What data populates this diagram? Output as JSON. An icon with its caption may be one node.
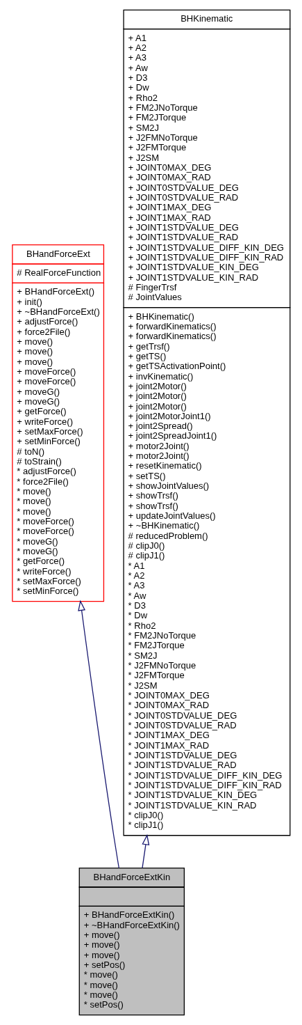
{
  "diagram": {
    "nodes": [
      {
        "text": [
          "BHandForceExt",
          "# RealForceFunction",
          "+ BHandForceExt()",
          "+ init()",
          "+ ~BHandForceExt()",
          "+ adjustForce()",
          "+ force2File()",
          "+ move()",
          "+ move()",
          "+ move()",
          "+ moveForce()",
          "+ moveForce()",
          "+ moveG()",
          "+ moveG()",
          "+ getForce()",
          "+ writeForce()",
          "+ setMaxForce()",
          "+ setMinForce()",
          "# toN()",
          "# toStrain()",
          "* adjustForce()",
          "* force2File()",
          "* move()",
          "* move()",
          "* move()",
          "* moveForce()",
          "* moveForce()",
          "* moveG()",
          "* moveG()",
          "* getForce()",
          "* writeForce()",
          "* setMaxForce()",
          "* setMinForce()"
        ]
      },
      {
        "text": [
          "BHKinematic",
          "+ A1",
          "+ A2",
          "+ A3",
          "+ Aw",
          "+ D3",
          "+ Dw",
          "+ Rho2",
          "+ FM2JNoTorque",
          "+ FM2JTorque",
          "+ SM2J",
          "+ J2FMNoTorque",
          "+ J2FMTorque",
          "+ J2SM",
          "+ JOINT0MAX_DEG",
          "+ JOINT0MAX_RAD",
          "+ JOINT0STDVALUE_DEG",
          "+ JOINT0STDVALUE_RAD",
          "+ JOINT1MAX_DEG",
          "+ JOINT1MAX_RAD",
          "+ JOINT1STDVALUE_DEG",
          "+ JOINT1STDVALUE_RAD",
          "+ JOINT1STDVALUE_DIFF_KIN_DEG",
          "+ JOINT1STDVALUE_DIFF_KIN_RAD",
          "+ JOINT1STDVALUE_KIN_DEG",
          "+ JOINT1STDVALUE_KIN_RAD",
          "# FingerTrsf",
          "# JointValues",
          "+ BHKinematic()",
          "+ forwardKinematics()",
          "+ forwardKinematics()",
          "+ getTrsf()",
          "+ getTS()",
          "+ getTSActivationPoint()",
          "+ invKinematic()",
          "+ joint2Motor()",
          "+ joint2Motor()",
          "+ joint2Motor()",
          "+ joint2MotorJoint1()",
          "+ joint2Spread()",
          "+ joint2SpreadJoint1()",
          "+ motor2Joint()",
          "+ motor2Joint()",
          "+ resetKinematic()",
          "+ setTS()",
          "+ showJointValues()",
          "+ showTrsf()",
          "+ showTrsf()",
          "+ updateJointValues()",
          "+ ~BHKinematic()",
          "# reducedProblem()",
          "# clipJ0()",
          "# clipJ1()",
          "* A1",
          "* A2",
          "* A3",
          "* Aw",
          "* D3",
          "* Dw",
          "* Rho2",
          "* FM2JNoTorque",
          "* FM2JTorque",
          "* SM2J",
          "* J2FMNoTorque",
          "* J2FMTorque",
          "* J2SM",
          "* JOINT0MAX_DEG",
          "* JOINT0MAX_RAD",
          "* JOINT0STDVALUE_DEG",
          "* JOINT0STDVALUE_RAD",
          "* JOINT1MAX_DEG",
          "* JOINT1MAX_RAD",
          "* JOINT1STDVALUE_DEG",
          "* JOINT1STDVALUE_RAD",
          "* JOINT1STDVALUE_DIFF_KIN_DEG",
          "* JOINT1STDVALUE_DIFF_KIN_RAD",
          "* JOINT1STDVALUE_KIN_DEG",
          "* JOINT1STDVALUE_KIN_RAD",
          "* clipJ0()",
          "* clipJ1()"
        ]
      },
      {
        "text": [
          "BHandForceExtKin",
          "+ BHandForceExtKin()",
          "+ ~BHandForceExtKin()",
          "+ move()",
          "+ move()",
          "+ move()",
          "+ setPos()",
          "* move()",
          "* move()",
          "* move()",
          "* setPos()"
        ]
      }
    ],
    "edges": [
      {
        "from": 2,
        "to": 0,
        "arrow": "to"
      },
      {
        "from": 2,
        "to": 1,
        "arrow": "to"
      }
    ]
  }
}
